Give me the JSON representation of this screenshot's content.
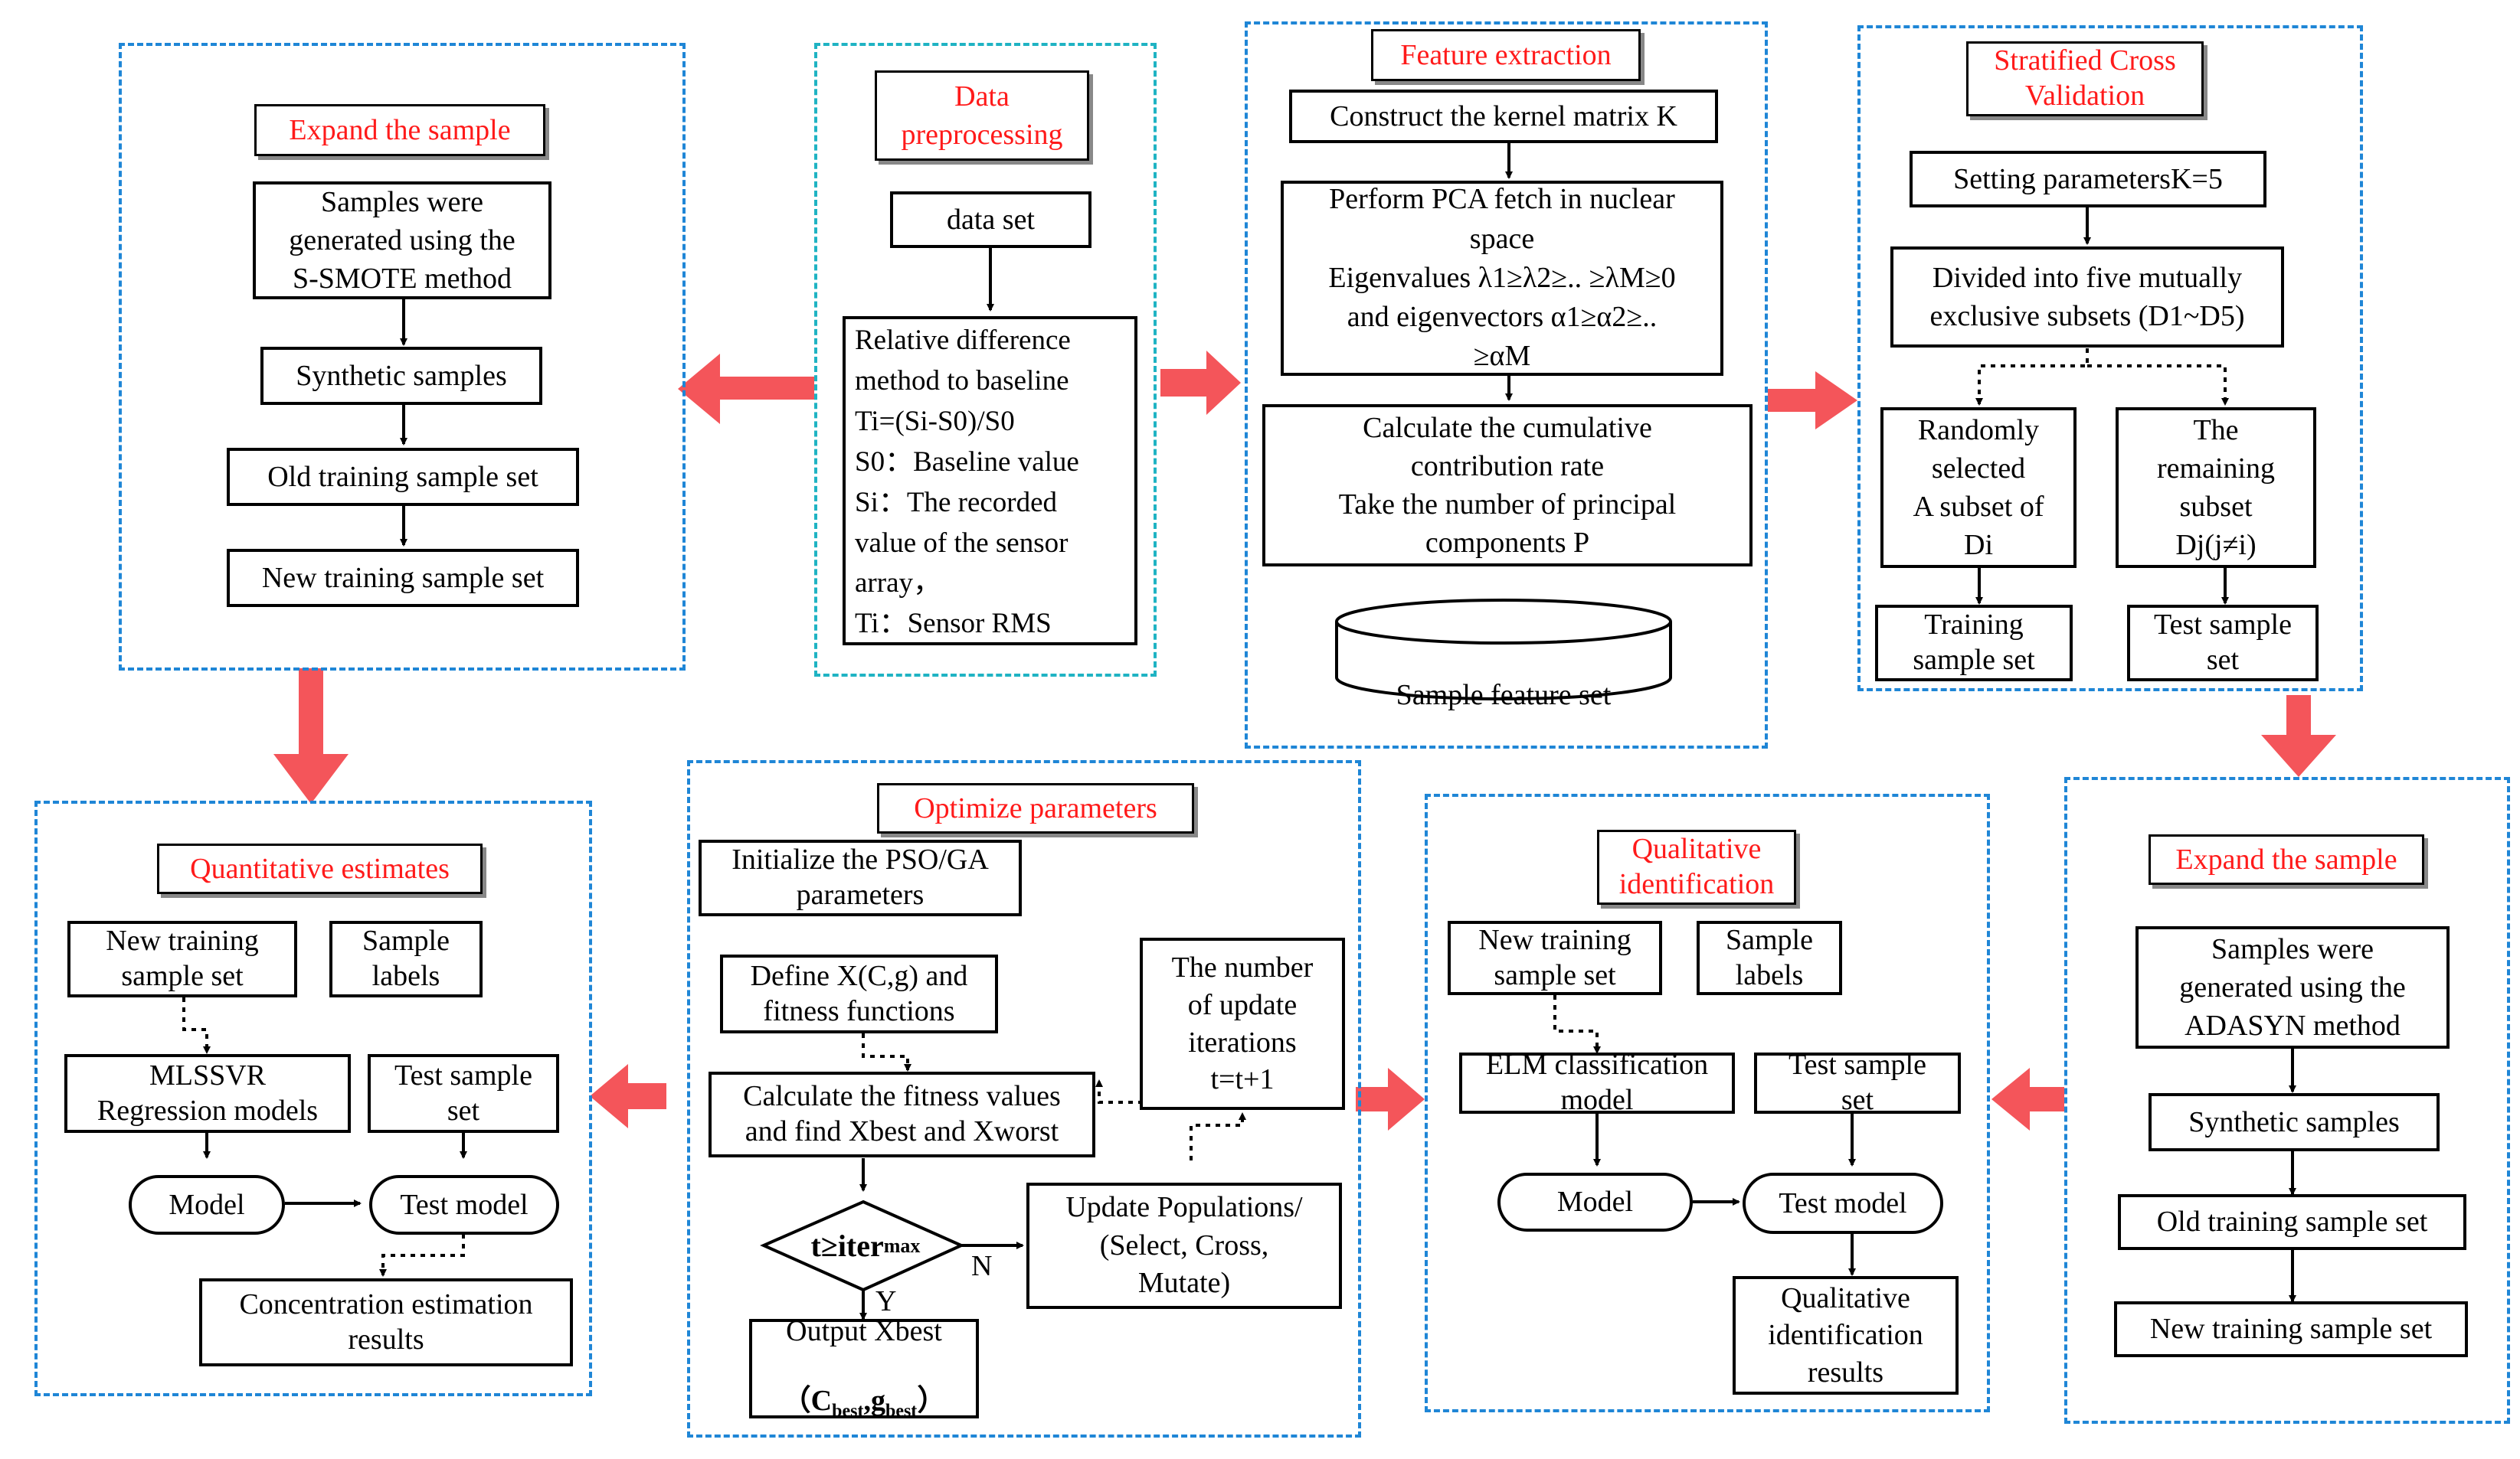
{
  "panels": {
    "expand_top": {
      "title": "Expand the sample",
      "boxes": [
        "Samples were\ngenerated using the\nS-SMOTE method",
        "Synthetic samples",
        "Old training sample set",
        "New training sample set"
      ]
    },
    "preprocessing": {
      "title": "Data\npreprocessing",
      "boxes": [
        "data set",
        "Relative difference\nmethod to baseline\n      Ti=(Si-S0)/S0\nS0：Baseline value\nSi：The recorded\nvalue of the sensor\narray，\nTi：Sensor RMS"
      ]
    },
    "feature": {
      "title": "Feature extraction",
      "boxes": [
        "Construct the kernel matrix K",
        "Perform PCA fetch in nuclear\nspace\nEigenvalues λ1≥λ2≥.. ≥λM≥0\nand eigenvectors α1≥α2≥..\n≥αM",
        "Calculate the cumulative\ncontribution rate\nTake the number of principal\ncomponents P"
      ],
      "database": "Sample feature set"
    },
    "cv": {
      "title": "Stratified Cross\nValidation",
      "boxes": [
        "Setting parametersK=5",
        "Divided into five mutually\nexclusive subsets (D1~D5)",
        "Randomly\nselected\nA subset of\nDi",
        "The\nremaining\nsubset\nDj(j≠i)",
        "Training\nsample set",
        "Test sample\nset"
      ]
    },
    "quant": {
      "title": "Quantitative estimates",
      "boxes": [
        "New training\nsample set",
        "Sample\nlabels",
        "MLSSVR\nRegression models",
        "Test sample\nset",
        "Model",
        "Test model",
        "Concentration estimation\nresults"
      ]
    },
    "optimize": {
      "title": "Optimize parameters",
      "boxes": [
        "Initialize the PSO/GA\nparameters",
        "Define X(C,g) and\nfitness functions",
        "Calculate the fitness values\nand find Xbest and Xworst",
        "The number\nof update\niterations\nt=t+1",
        "Update Populations/\n(Select, Cross,\nMutate)",
        "Output Xbest"
      ],
      "decision": "t≥iter",
      "decision_sub": "max",
      "yes_label": "Y",
      "no_label": "N",
      "output_c": "（C",
      "output_c_sub": "best",
      "output_g": ",g",
      "output_g_sub": "best",
      "output_end": "）"
    },
    "qual": {
      "title": "Qualitative\nidentification",
      "boxes": [
        "New training\nsample set",
        "Sample\nlabels",
        "ELM classification\nmodel",
        "Test sample\nset",
        "Model",
        "Test model",
        "Qualitative\nidentification\nresults"
      ]
    },
    "expand_bottom": {
      "title": "Expand the sample",
      "boxes": [
        "Samples were\ngenerated using the\nADASYN method",
        "Synthetic samples",
        "Old training sample set",
        "New training sample set"
      ]
    }
  },
  "colors": {
    "panel_border": "#1f86d6",
    "panel_border_alt": "#1fb3c3",
    "title_text": "#ff1a1a",
    "big_arrow": "#f4555a"
  }
}
